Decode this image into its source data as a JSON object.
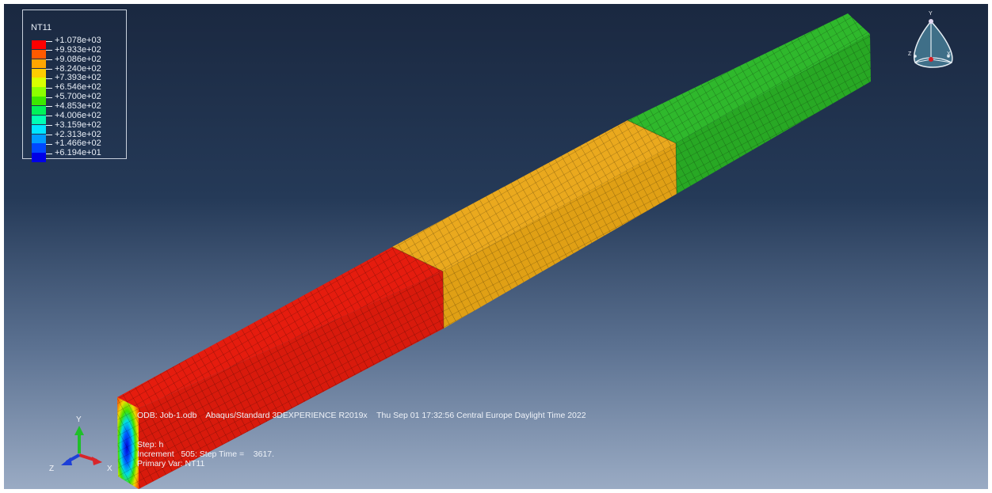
{
  "legend": {
    "title": "NT11",
    "items": [
      {
        "value": "+1.078e+03",
        "color": "#ff0000"
      },
      {
        "value": "+9.933e+02",
        "color": "#ff5a00"
      },
      {
        "value": "+9.086e+02",
        "color": "#ffa500"
      },
      {
        "value": "+8.240e+02",
        "color": "#ffcc00"
      },
      {
        "value": "+7.393e+02",
        "color": "#d8ff00"
      },
      {
        "value": "+6.546e+02",
        "color": "#8cff00"
      },
      {
        "value": "+5.700e+02",
        "color": "#3ce800"
      },
      {
        "value": "+4.853e+02",
        "color": "#00f25a"
      },
      {
        "value": "+4.006e+02",
        "color": "#00ffb4"
      },
      {
        "value": "+3.159e+02",
        "color": "#00e6ff"
      },
      {
        "value": "+2.313e+02",
        "color": "#009cff"
      },
      {
        "value": "+1.466e+02",
        "color": "#0048ff"
      },
      {
        "value": "+6.194e+01",
        "color": "#0000e6"
      }
    ]
  },
  "info": {
    "line1": "ODB: Job-1.odb    Abaqus/Standard 3DEXPERIENCE R2019x    Thu Sep 01 17:32:56 Central Europe Daylight Time 2022",
    "step_label": "Step: ",
    "step_value": "h",
    "increment_label": "Increment   505:",
    "step_time_label": " Step Time =    3617.",
    "primary_var_label": "Primary Var: ",
    "primary_var_value": "NT11"
  },
  "triad": {
    "x_label": "X",
    "y_label": "Y",
    "z_label": "Z"
  },
  "view_cube": {
    "x_label": "X",
    "y_label": "Y",
    "z_label": "Z"
  },
  "colors": {
    "hot": "#e51c0e",
    "mid": "#e9aa1c",
    "warm": "#2fb82c",
    "background_top": "#1a2840",
    "background_bottom": "#9aabc4"
  }
}
